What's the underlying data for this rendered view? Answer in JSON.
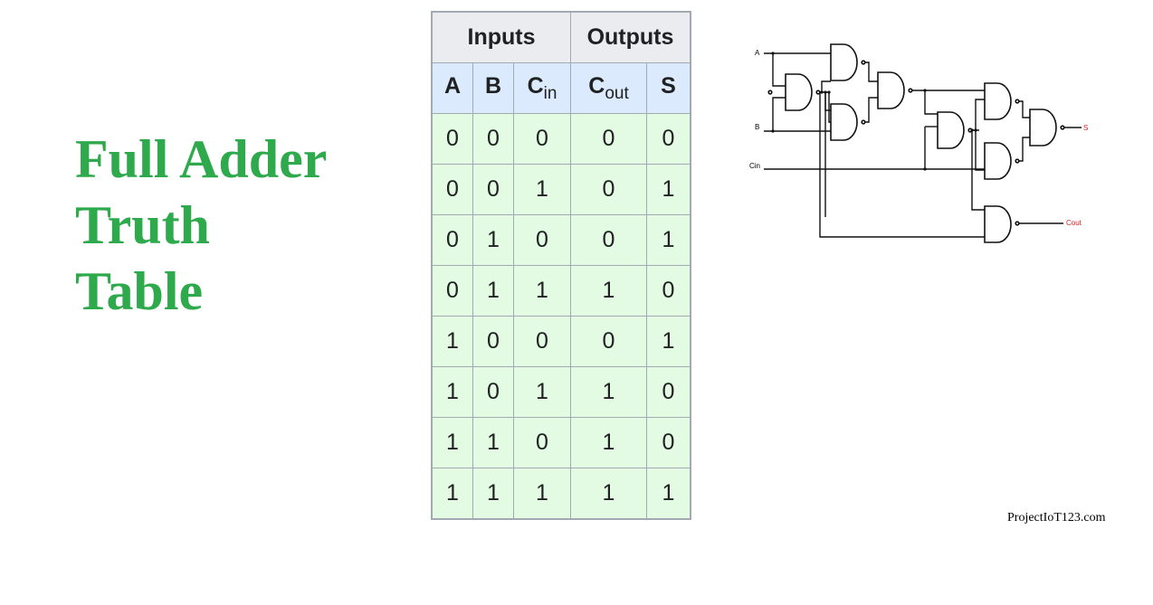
{
  "title": {
    "line1": "Full Adder",
    "line2": "Truth",
    "line3": "Table"
  },
  "table": {
    "group_headers": [
      "Inputs",
      "Outputs"
    ],
    "columns": [
      {
        "base": "A",
        "sub": ""
      },
      {
        "base": "B",
        "sub": ""
      },
      {
        "base": "C",
        "sub": "in"
      },
      {
        "base": "C",
        "sub": "out"
      },
      {
        "base": "S",
        "sub": ""
      }
    ],
    "rows": [
      [
        "0",
        "0",
        "0",
        "0",
        "0"
      ],
      [
        "0",
        "0",
        "1",
        "0",
        "1"
      ],
      [
        "0",
        "1",
        "0",
        "0",
        "1"
      ],
      [
        "0",
        "1",
        "1",
        "1",
        "0"
      ],
      [
        "1",
        "0",
        "0",
        "0",
        "1"
      ],
      [
        "1",
        "0",
        "1",
        "1",
        "0"
      ],
      [
        "1",
        "1",
        "0",
        "1",
        "0"
      ],
      [
        "1",
        "1",
        "1",
        "1",
        "1"
      ]
    ]
  },
  "diagram": {
    "labels": {
      "a": "A",
      "b": "B",
      "cin": "Cin",
      "s": "S",
      "cout": "Cout"
    },
    "output_label_color": "#e0202a",
    "gate_type": "NAND"
  },
  "credit": "ProjectIoT123.com",
  "colors": {
    "title": "#2eaa4d",
    "header_group_bg": "#eaecf0",
    "header_col_bg": "#dbeafd",
    "cell_bg": "#e2fbe2",
    "border": "#a2a9b1"
  }
}
